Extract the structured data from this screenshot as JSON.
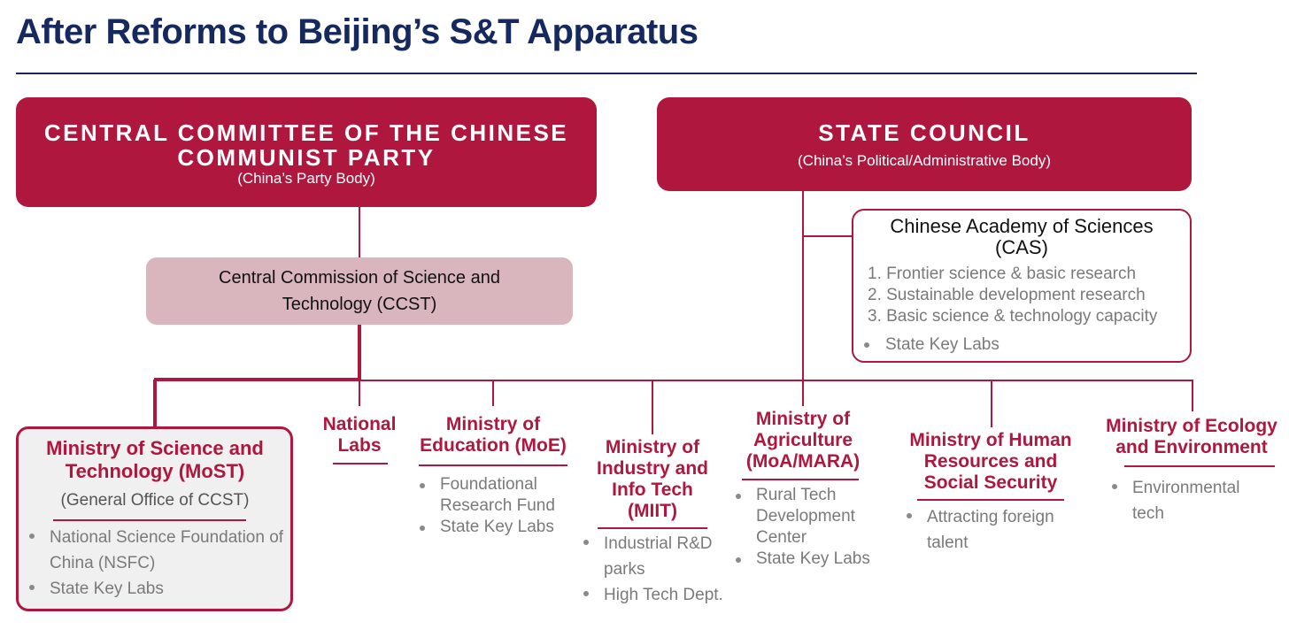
{
  "title": "After Reforms to Beijing’s S&T Apparatus",
  "ccp": {
    "name": "CENTRAL COMMITTEE OF THE CHINESE COMMUNIST PARTY",
    "sub": "(China’s Party Body)"
  },
  "state_council": {
    "name": "STATE COUNCIL",
    "sub": "(China’s Political/Administrative Body)"
  },
  "ccst": {
    "name": "Central Commission of Science and Technology (CCST)"
  },
  "cas": {
    "name": "Chinese Academy of Sciences (CAS)",
    "numbered": [
      "1. Frontier science & basic research",
      "2. Sustainable development research",
      "3. Basic science & technology capacity"
    ],
    "bullets": [
      "State Key Labs"
    ]
  },
  "most": {
    "name": "Ministry of Science and Technology (MoST)",
    "note": "(General Office of CCST)",
    "items": [
      "National Science Foundation of China (NSFC)",
      "State Key Labs"
    ]
  },
  "national_labs": {
    "name": "National Labs"
  },
  "moe": {
    "name": "Ministry of Education (MoE)",
    "items": [
      "Foundational Research Fund",
      "State Key Labs"
    ]
  },
  "miit": {
    "name": "Ministry of Industry and Info Tech (MIIT)",
    "items": [
      "Industrial R&D parks",
      "High Tech Dept."
    ]
  },
  "moa": {
    "name": "Ministry of Agriculture (MoA/MARA)",
    "items": [
      "Rural Tech Development Center",
      "State Key Labs"
    ]
  },
  "mohrss": {
    "name": "Ministry of Human Resources and Social Security",
    "items": [
      "Attracting foreign talent"
    ]
  },
  "mee": {
    "name": "Ministry of Ecology and Environment",
    "items": [
      "Environmental tech"
    ]
  },
  "colors": {
    "primary": "#b0173f",
    "title": "#16295f",
    "ccst_fill": "#d9b5bd",
    "most_fill": "#f0f0f0",
    "item_text": "#7a7a7a"
  }
}
